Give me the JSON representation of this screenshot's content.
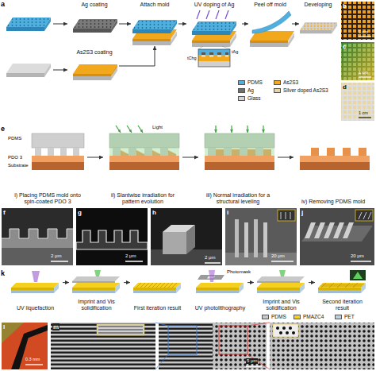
{
  "diagram": {
    "nodes": [
      {
        "text": [
          "Ag coating"
        ]
      },
      {
        "text": [
          "Attach mold"
        ]
      },
      {
        "text": [
          "UV doping of Ag"
        ]
      },
      {
        "text": [
          "Peel off mold"
        ]
      },
      {
        "text": [
          "Developing"
        ]
      },
      {
        "text": [
          "As2S3 coating"
        ]
      },
      {
        "text": [
          "i) Placing PDMS mold onto spin-coated PDO 3"
        ]
      },
      {
        "text": [
          "ii) Slantwise irradiation for pattern evolution"
        ]
      },
      {
        "text": [
          "iii) Normal irradiation for a structural leveling"
        ]
      },
      {
        "text": [
          "iv) Removing PDMS mold"
        ]
      },
      {
        "text": [
          "UV liquefaction"
        ]
      },
      {
        "text": [
          "Imprint and Vis solidification"
        ]
      },
      {
        "text": [
          "First iteration result"
        ]
      },
      {
        "text": [
          "UV photolithography"
        ]
      },
      {
        "text": [
          "Imprint and Vis solidification"
        ]
      },
      {
        "text": [
          "Second iteration result"
        ]
      }
    ],
    "edges": [
      {
        "from": 0,
        "to": 1,
        "arrow": "to"
      },
      {
        "from": 5,
        "to": 1,
        "arrow": "to"
      },
      {
        "from": 1,
        "to": 2,
        "arrow": "to"
      },
      {
        "from": 2,
        "to": 3,
        "arrow": "to"
      },
      {
        "from": 3,
        "to": 4,
        "arrow": "to"
      },
      {
        "from": 6,
        "to": 7,
        "arrow": "to"
      },
      {
        "from": 7,
        "to": 8,
        "arrow": "to"
      },
      {
        "from": 8,
        "to": 9,
        "arrow": "to"
      },
      {
        "from": 10,
        "to": 11,
        "arrow": "to"
      },
      {
        "from": 11,
        "to": 12,
        "arrow": "to"
      },
      {
        "from": 13,
        "to": 14,
        "arrow": "to"
      },
      {
        "from": 14,
        "to": 15,
        "arrow": "to"
      }
    ],
    "labels": [
      "a",
      "tChg",
      "tAg",
      "b",
      "1 cm",
      "c",
      "1 cm",
      "d",
      "1 cm",
      "e",
      "PDMS",
      "PDO 3",
      "Substrate",
      "Light",
      "f",
      "2 μm",
      "g",
      "2 μm",
      "h",
      "2 μm",
      "i",
      "20 μm",
      "j",
      "20 μm",
      "k",
      "Photomask",
      "l",
      "0.3 mm",
      "m",
      "5 μm"
    ],
    "legend": [
      {
        "text": "PDMS",
        "color": "#4fb0e0"
      },
      {
        "text": "Ag",
        "color": "#6e6e6e"
      },
      {
        "text": "Glass",
        "color": "#d4d4d4"
      },
      {
        "text": "As2S3",
        "color": "#f2a81d"
      },
      {
        "text": "Silver doped As2S3",
        "color": "#e6d5a8"
      },
      {
        "text": "PDMS",
        "color": "#c8c8c8"
      },
      {
        "text": "PMAZC4",
        "color": "#f5d020"
      },
      {
        "text": "PET",
        "color": "#b8d0e0"
      }
    ]
  }
}
